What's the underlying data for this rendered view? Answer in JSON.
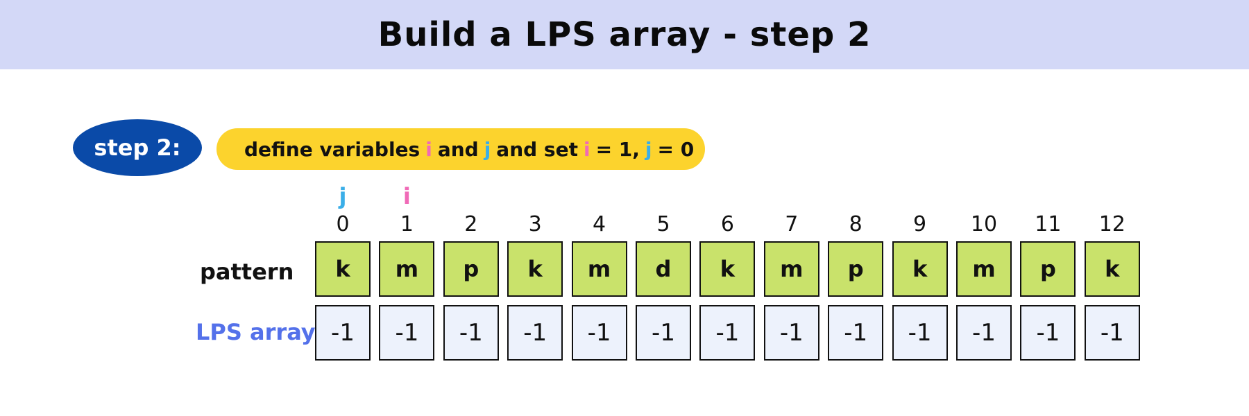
{
  "title": "Build a LPS array - step 2",
  "step": {
    "badge": "step 2:",
    "description": [
      {
        "text": "define variables",
        "role": "text"
      },
      {
        "text": "i",
        "role": "i"
      },
      {
        "text": "and",
        "role": "text"
      },
      {
        "text": "j",
        "role": "j"
      },
      {
        "text": "and set",
        "role": "text"
      },
      {
        "text": "i",
        "role": "i"
      },
      {
        "text": "= 1,",
        "role": "text"
      },
      {
        "text": "j",
        "role": "j"
      },
      {
        "text": "= 0",
        "role": "text"
      }
    ]
  },
  "pointers": {
    "j": {
      "label": "j",
      "index": 0,
      "color": "#3aaee8"
    },
    "i": {
      "label": "i",
      "index": 1,
      "color": "#f06ab7"
    }
  },
  "indices": [
    "0",
    "1",
    "2",
    "3",
    "4",
    "5",
    "6",
    "7",
    "8",
    "9",
    "10",
    "11",
    "12"
  ],
  "pattern": {
    "label": "pattern",
    "values": [
      "k",
      "m",
      "p",
      "k",
      "m",
      "d",
      "k",
      "m",
      "p",
      "k",
      "m",
      "p",
      "k"
    ]
  },
  "lps": {
    "label": "LPS array",
    "values": [
      "-1",
      "-1",
      "-1",
      "-1",
      "-1",
      "-1",
      "-1",
      "-1",
      "-1",
      "-1",
      "-1",
      "-1",
      "-1"
    ]
  },
  "colors": {
    "header_bg": "#d3d8f7",
    "badge_bg": "#0a4aa8",
    "description_bg": "#fcd32d",
    "pattern_cell": "#c9e26b",
    "lps_cell": "#edf2fc",
    "lps_label": "#5471ea"
  }
}
